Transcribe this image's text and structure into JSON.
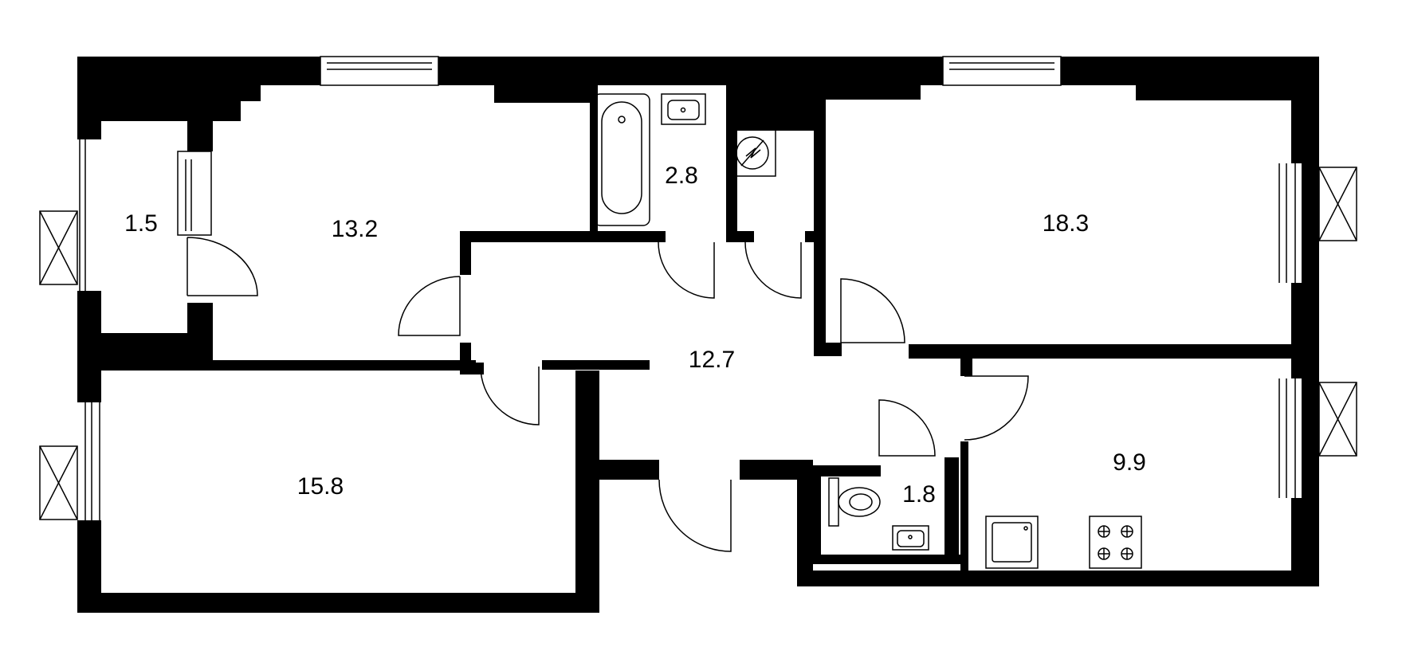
{
  "plan": {
    "colors": {
      "wall": "#000000",
      "background": "#ffffff"
    },
    "rooms": [
      {
        "id": "balcony",
        "area": "1.5"
      },
      {
        "id": "bedroom-small",
        "area": "13.2"
      },
      {
        "id": "bathroom",
        "area": "2.8"
      },
      {
        "id": "bedroom-right",
        "area": "18.3"
      },
      {
        "id": "hall",
        "area": "12.7"
      },
      {
        "id": "bedroom-left",
        "area": "15.8"
      },
      {
        "id": "toilet",
        "area": "1.8"
      },
      {
        "id": "kitchen",
        "area": "9.9"
      }
    ],
    "fixtures": [
      "bathtub-icon",
      "sink-icon",
      "boiler-icon",
      "toilet-icon",
      "stove-icon",
      "kitchen-sink-icon",
      "ac-unit-icon"
    ]
  }
}
